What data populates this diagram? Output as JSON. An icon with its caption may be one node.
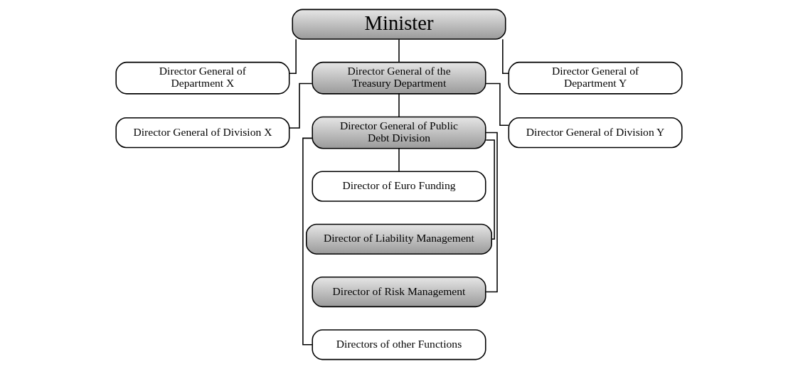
{
  "diagram": {
    "nodes": [
      {
        "text": [
          "Minister"
        ]
      },
      {
        "text": [
          "Director General of Department X"
        ]
      },
      {
        "text": [
          "Director General of the Treasury Department"
        ]
      },
      {
        "text": [
          "Director General of Department Y"
        ]
      },
      {
        "text": [
          "Director General of Division X"
        ]
      },
      {
        "text": [
          "Director General of Public Debt Division"
        ]
      },
      {
        "text": [
          "Director General of Division Y"
        ]
      },
      {
        "text": [
          "Director of Euro Funding"
        ]
      },
      {
        "text": [
          "Director of Liability Management"
        ]
      },
      {
        "text": [
          "Director of Risk Management"
        ]
      },
      {
        "text": [
          "Directors of other Functions"
        ]
      }
    ],
    "edges": [
      {
        "from": 0,
        "to": 1,
        "arrow": "none"
      },
      {
        "from": 0,
        "to": 2,
        "arrow": "none"
      },
      {
        "from": 0,
        "to": 3,
        "arrow": "none"
      },
      {
        "from": 2,
        "to": 4,
        "arrow": "none"
      },
      {
        "from": 2,
        "to": 5,
        "arrow": "none"
      },
      {
        "from": 2,
        "to": 6,
        "arrow": "none"
      },
      {
        "from": 5,
        "to": 7,
        "arrow": "none"
      },
      {
        "from": 5,
        "to": 8,
        "arrow": "none"
      },
      {
        "from": 5,
        "to": 9,
        "arrow": "none"
      },
      {
        "from": 5,
        "to": 10,
        "arrow": "none"
      }
    ]
  }
}
